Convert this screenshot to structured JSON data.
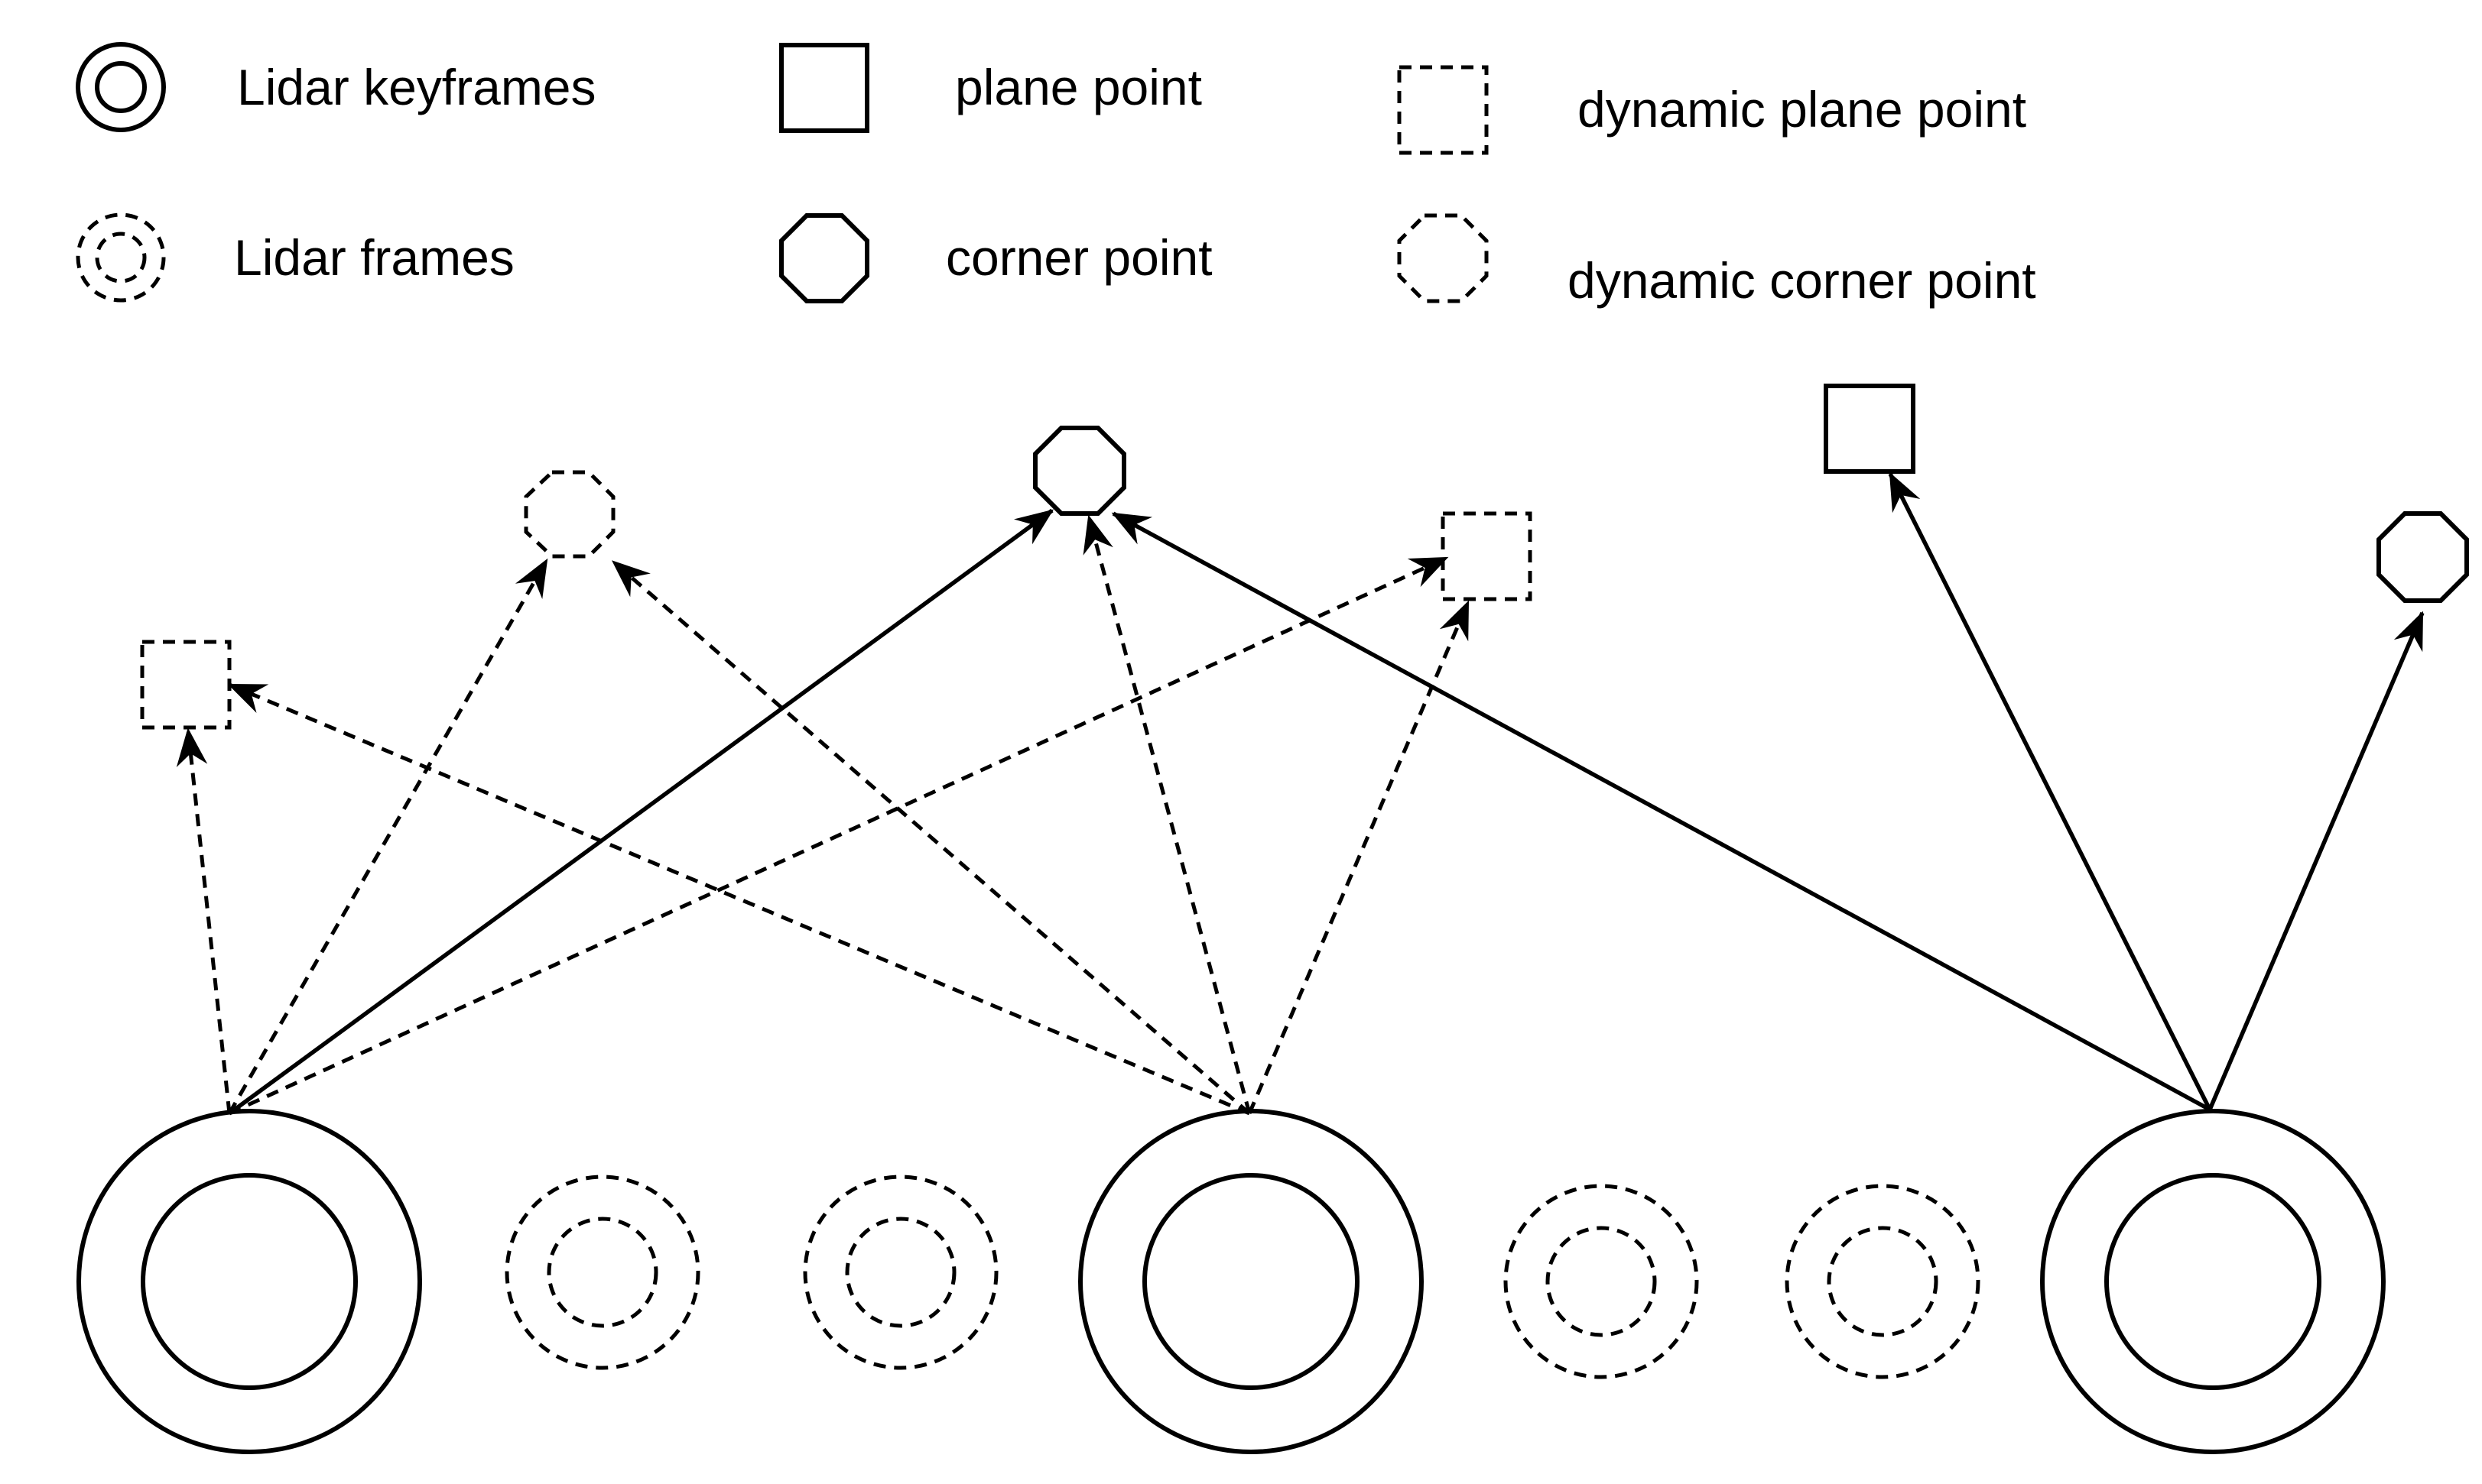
{
  "legend": [
    {
      "id": "keyframe",
      "label": "Lidar keyframes",
      "shape": "double-circle-solid"
    },
    {
      "id": "frame",
      "label": "Lidar frames",
      "shape": "double-circle-dashed"
    },
    {
      "id": "plane",
      "label": "plane point",
      "shape": "square-solid"
    },
    {
      "id": "corner",
      "label": "corner point",
      "shape": "octagon-solid"
    },
    {
      "id": "dyn-plane",
      "label": "dynamic plane point",
      "shape": "square-dashed"
    },
    {
      "id": "dyn-corner",
      "label": "dynamic corner point",
      "shape": "octagon-dashed"
    }
  ],
  "nodes": [
    {
      "id": "kf1",
      "type": "keyframe"
    },
    {
      "id": "f1",
      "type": "frame"
    },
    {
      "id": "f2",
      "type": "frame"
    },
    {
      "id": "kf2",
      "type": "keyframe"
    },
    {
      "id": "f3",
      "type": "frame"
    },
    {
      "id": "f4",
      "type": "frame"
    },
    {
      "id": "kf3",
      "type": "keyframe"
    },
    {
      "id": "dp1",
      "type": "dynamic-plane-point"
    },
    {
      "id": "dc1",
      "type": "dynamic-corner-point"
    },
    {
      "id": "c1",
      "type": "corner-point"
    },
    {
      "id": "dp2",
      "type": "dynamic-plane-point"
    },
    {
      "id": "p1",
      "type": "plane-point"
    },
    {
      "id": "c2",
      "type": "corner-point"
    }
  ],
  "edges": [
    {
      "from": "kf1",
      "to": "dp1",
      "style": "dashed"
    },
    {
      "from": "kf1",
      "to": "dc1",
      "style": "dashed"
    },
    {
      "from": "kf1",
      "to": "c1",
      "style": "solid"
    },
    {
      "from": "kf1",
      "to": "dp2",
      "style": "dashed"
    },
    {
      "from": "kf2",
      "to": "dp1",
      "style": "dashed"
    },
    {
      "from": "kf2",
      "to": "dc1",
      "style": "dashed"
    },
    {
      "from": "kf2",
      "to": "c1",
      "style": "dashed"
    },
    {
      "from": "kf2",
      "to": "dp2",
      "style": "dashed"
    },
    {
      "from": "kf3",
      "to": "c1",
      "style": "solid"
    },
    {
      "from": "kf3",
      "to": "p1",
      "style": "solid"
    },
    {
      "from": "kf3",
      "to": "c2",
      "style": "solid"
    }
  ],
  "colors": {
    "stroke": "#000000",
    "background": "#ffffff"
  }
}
